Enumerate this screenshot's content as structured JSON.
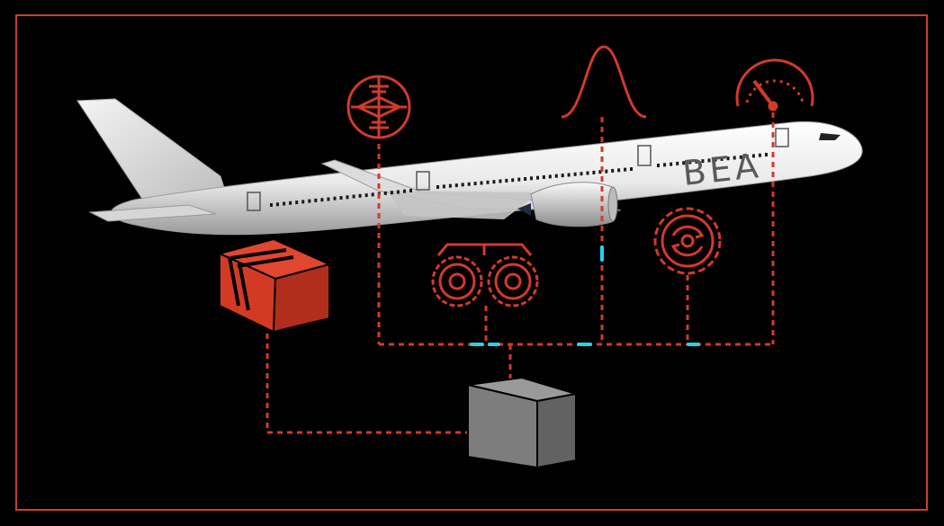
{
  "airplane": {
    "livery_text": "BEA"
  },
  "colors": {
    "background": "#000000",
    "frame": "#c8412f",
    "wiring": "#d23a2a",
    "signal": "#29d3e6",
    "cockpit_voice_recorder": "#d93a25",
    "flight_data_recorder": "#7d7d7d",
    "fuselage": "#eeeeee"
  },
  "icons": [
    "attitude-indicator-icon",
    "bell-curve-icon",
    "speedometer-icon",
    "landing-gear-wheels-icon",
    "engine-gear-icon",
    "cockpit-voice-recorder-box",
    "flight-data-recorder-box"
  ]
}
